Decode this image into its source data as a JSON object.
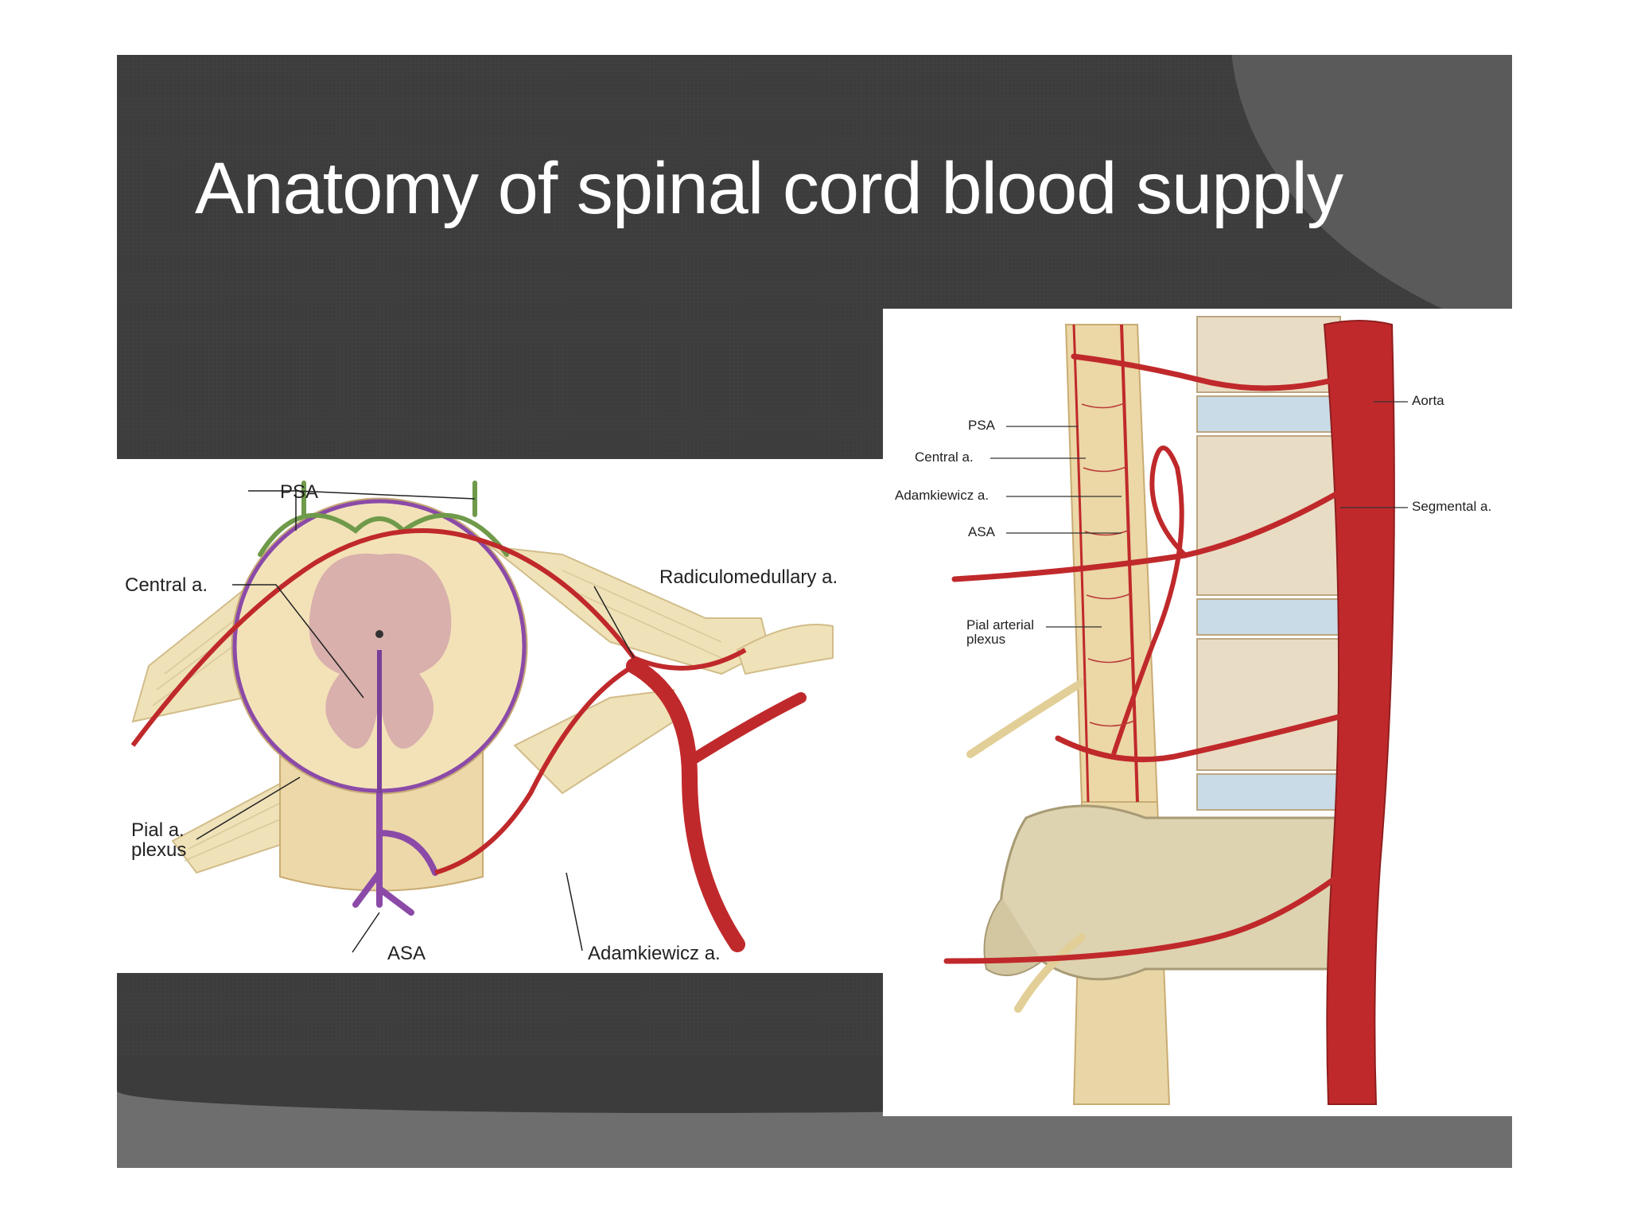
{
  "slide": {
    "title": "Anatomy of spinal cord blood supply"
  },
  "left_figure": {
    "labels": {
      "psa": "PSA",
      "central": "Central a.",
      "radiculomedullary": "Radiculomedullary a.",
      "pial_line1": "Pial a.",
      "pial_line2": "plexus",
      "asa": "ASA",
      "adamkiewicz": "Adamkiewicz a."
    }
  },
  "right_figure": {
    "labels": {
      "psa": "PSA",
      "central": "Central a.",
      "adamkiewicz": "Adamkiewicz a.",
      "asa": "ASA",
      "pial_line1": "Pial arterial",
      "pial_line2": "plexus",
      "aorta": "Aorta",
      "segmental": "Segmental a."
    }
  },
  "colors": {
    "background": "#3c3c3c",
    "artery": "#c0292b",
    "vein_purple": "#8b4aa8",
    "psa_green": "#6f9a4a",
    "cord_tan": "#f1ddb0",
    "gray_matter": "#d4a9a8",
    "disc_blue": "#c8dbe6"
  }
}
